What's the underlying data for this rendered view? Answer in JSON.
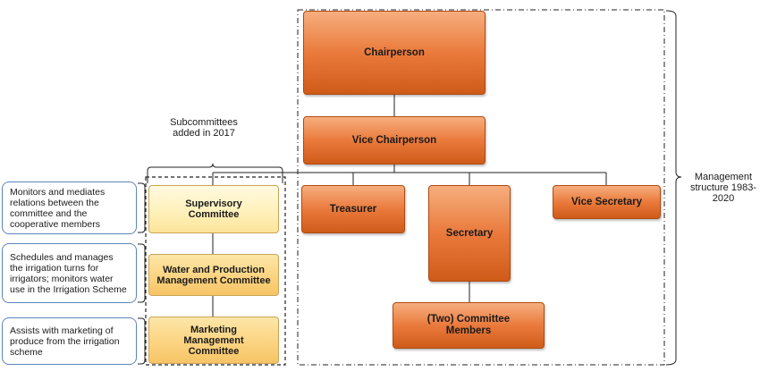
{
  "nodes": {
    "chairperson": "Chairperson",
    "vice_chairperson": "Vice Chairperson",
    "treasurer": "Treasurer",
    "secretary": "Secretary",
    "vice_secretary": "Vice Secretary",
    "committee_members": "(Two) Committee Members",
    "supervisory_committee": "Supervisory Committee",
    "water_production_committee": "Water and Production Management Committee",
    "marketing_committee": "Marketing Management Committee"
  },
  "labels": {
    "subcommittees": "Subcommittees added in 2017",
    "management_structure": "Management structure 1983-2020"
  },
  "notes": {
    "supervisory": "Monitors and mediates relations between the committee and the cooperative members",
    "water": "Schedules and manages the irrigation turns for irrigators; monitors water use in the Irrigation Scheme",
    "marketing": "Assists with marketing of produce from the irrigation scheme"
  },
  "colors": {
    "orange_box": "#ea7a3c",
    "yellow_box": "#fbd27e",
    "note_border": "#5b86b8"
  }
}
